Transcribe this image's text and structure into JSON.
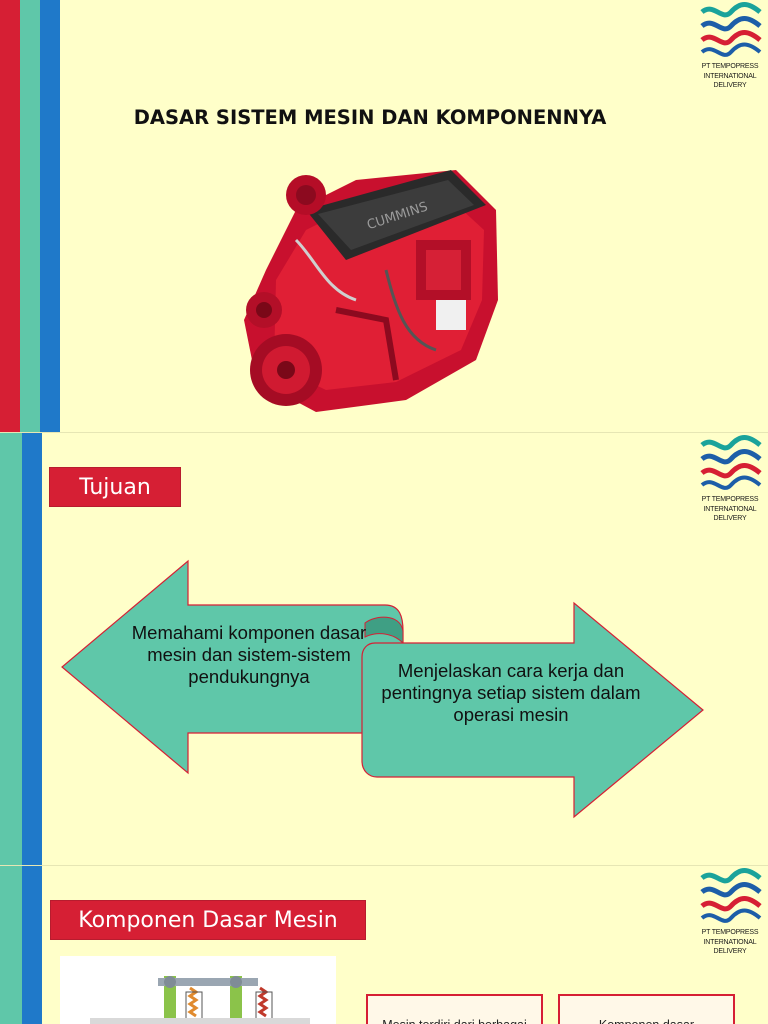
{
  "brand": {
    "name_lines": [
      "PT TEMPOPRESS",
      "INTERNATIONAL",
      "DELIVERY"
    ],
    "logo_colors": [
      "#1aa39b",
      "#d61f34",
      "#1d5ea8"
    ]
  },
  "stripe_colors": [
    "#d61f34",
    "#5fc7a9",
    "#1f79c9"
  ],
  "slide1": {
    "title": "DASAR SISTEM MESIN DAN KOMPONENNYA",
    "engine_badge": "CUMMINS"
  },
  "slide2": {
    "label": "Tujuan",
    "arrow_left_text": "Memahami komponen dasar mesin dan sistem-sistem pendukungnya",
    "arrow_right_text": "Menjelaskan cara kerja dan pentingnya setiap sistem dalam operasi mesin"
  },
  "slide3": {
    "label": "Komponen Dasar Mesin",
    "box1_text": "Mesin terdiri dari berbagai",
    "box2_text": "Komponen dasar"
  }
}
